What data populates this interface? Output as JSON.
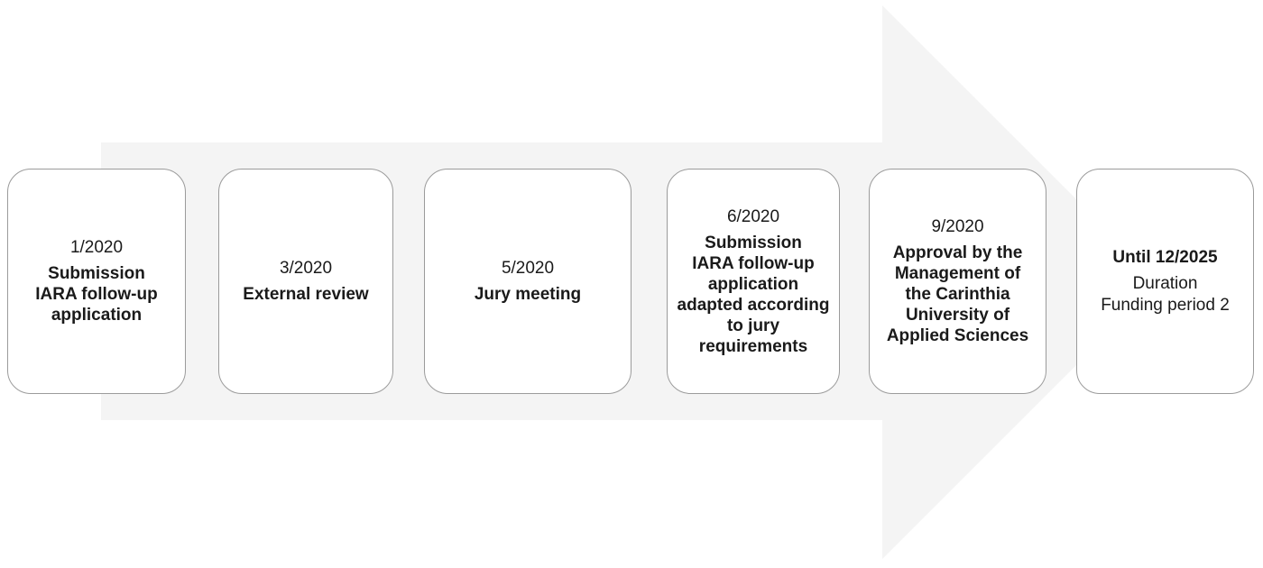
{
  "colors": {
    "background": "#ffffff",
    "arrow_fill": "#f4f4f4",
    "card_fill": "#ffffff",
    "card_border": "#9b9b9b",
    "text": "#1a1a1a"
  },
  "diagram": {
    "type": "timeline-arrow",
    "direction": "right"
  },
  "cards": [
    {
      "date": "1/2020",
      "title": "Submission\nIARA follow-up\napplication"
    },
    {
      "date": "3/2020",
      "title": "External review"
    },
    {
      "date": "5/2020",
      "title": "Jury meeting"
    },
    {
      "date": "6/2020",
      "title": "Submission\nIARA follow-up\napplication\nadapted according\nto jury\nrequirements"
    },
    {
      "date": "9/2020",
      "title": "Approval by the\nManagement of\nthe Carinthia\nUniversity of\nApplied Sciences"
    },
    {
      "date": "Until 12/2025",
      "title": "Duration\nFunding period 2"
    }
  ]
}
